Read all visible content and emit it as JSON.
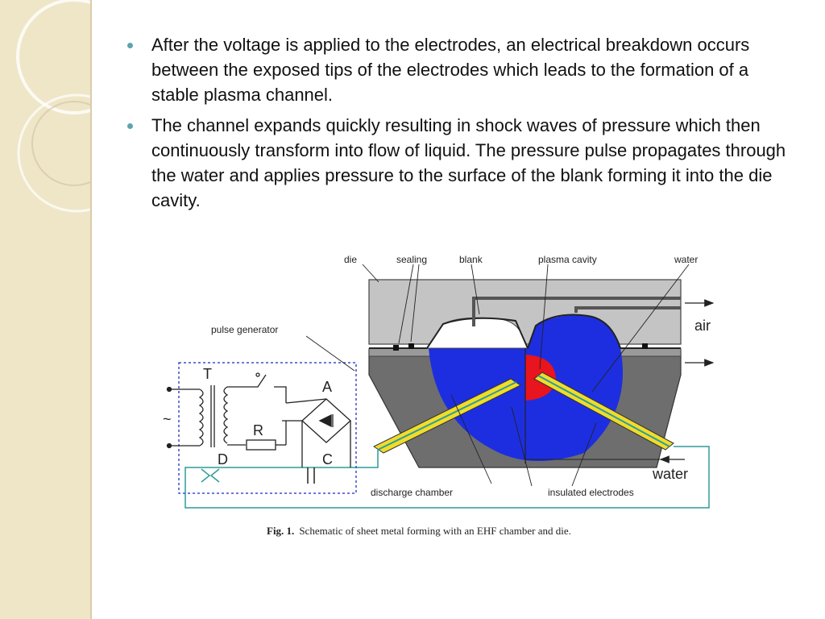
{
  "bullets": [
    "After the voltage is applied to the electrodes, an electrical breakdown occurs between the exposed tips of the electrodes which leads to the formation of a stable plasma channel.",
    "The channel expands quickly resulting in shock waves of pressure which then continuously transform into flow of liquid. The pressure pulse propagates through the water and applies pressure to the surface of the blank forming it into the die cavity."
  ],
  "diagram": {
    "labels": {
      "die": "die",
      "sealing": "sealing",
      "blank": "blank",
      "plasma_cavity": "plasma cavity",
      "water_top": "water",
      "air": "air",
      "pulse_generator": "pulse generator",
      "T": "T",
      "A": "A",
      "R": "R",
      "D": "D",
      "C": "C",
      "tilde": "~",
      "water_bottom": "water",
      "discharge_chamber": "discharge chamber",
      "insulated_electrodes": "insulated electrodes"
    },
    "colors": {
      "water": "#1d2ee0",
      "plasma": "#e8141e",
      "electrode": "#f0dc2a",
      "die": "#c4c4c4",
      "chamber": "#6e6e6e",
      "circuit_frame": "#3a4fc8",
      "wire": "#2e9c9a"
    }
  },
  "caption": {
    "fig": "Fig. 1.",
    "text": "Schematic of sheet metal forming with an EHF chamber and die."
  },
  "theme": {
    "sidebar": "#efe6c8",
    "bullet": "#5ea3ad"
  }
}
